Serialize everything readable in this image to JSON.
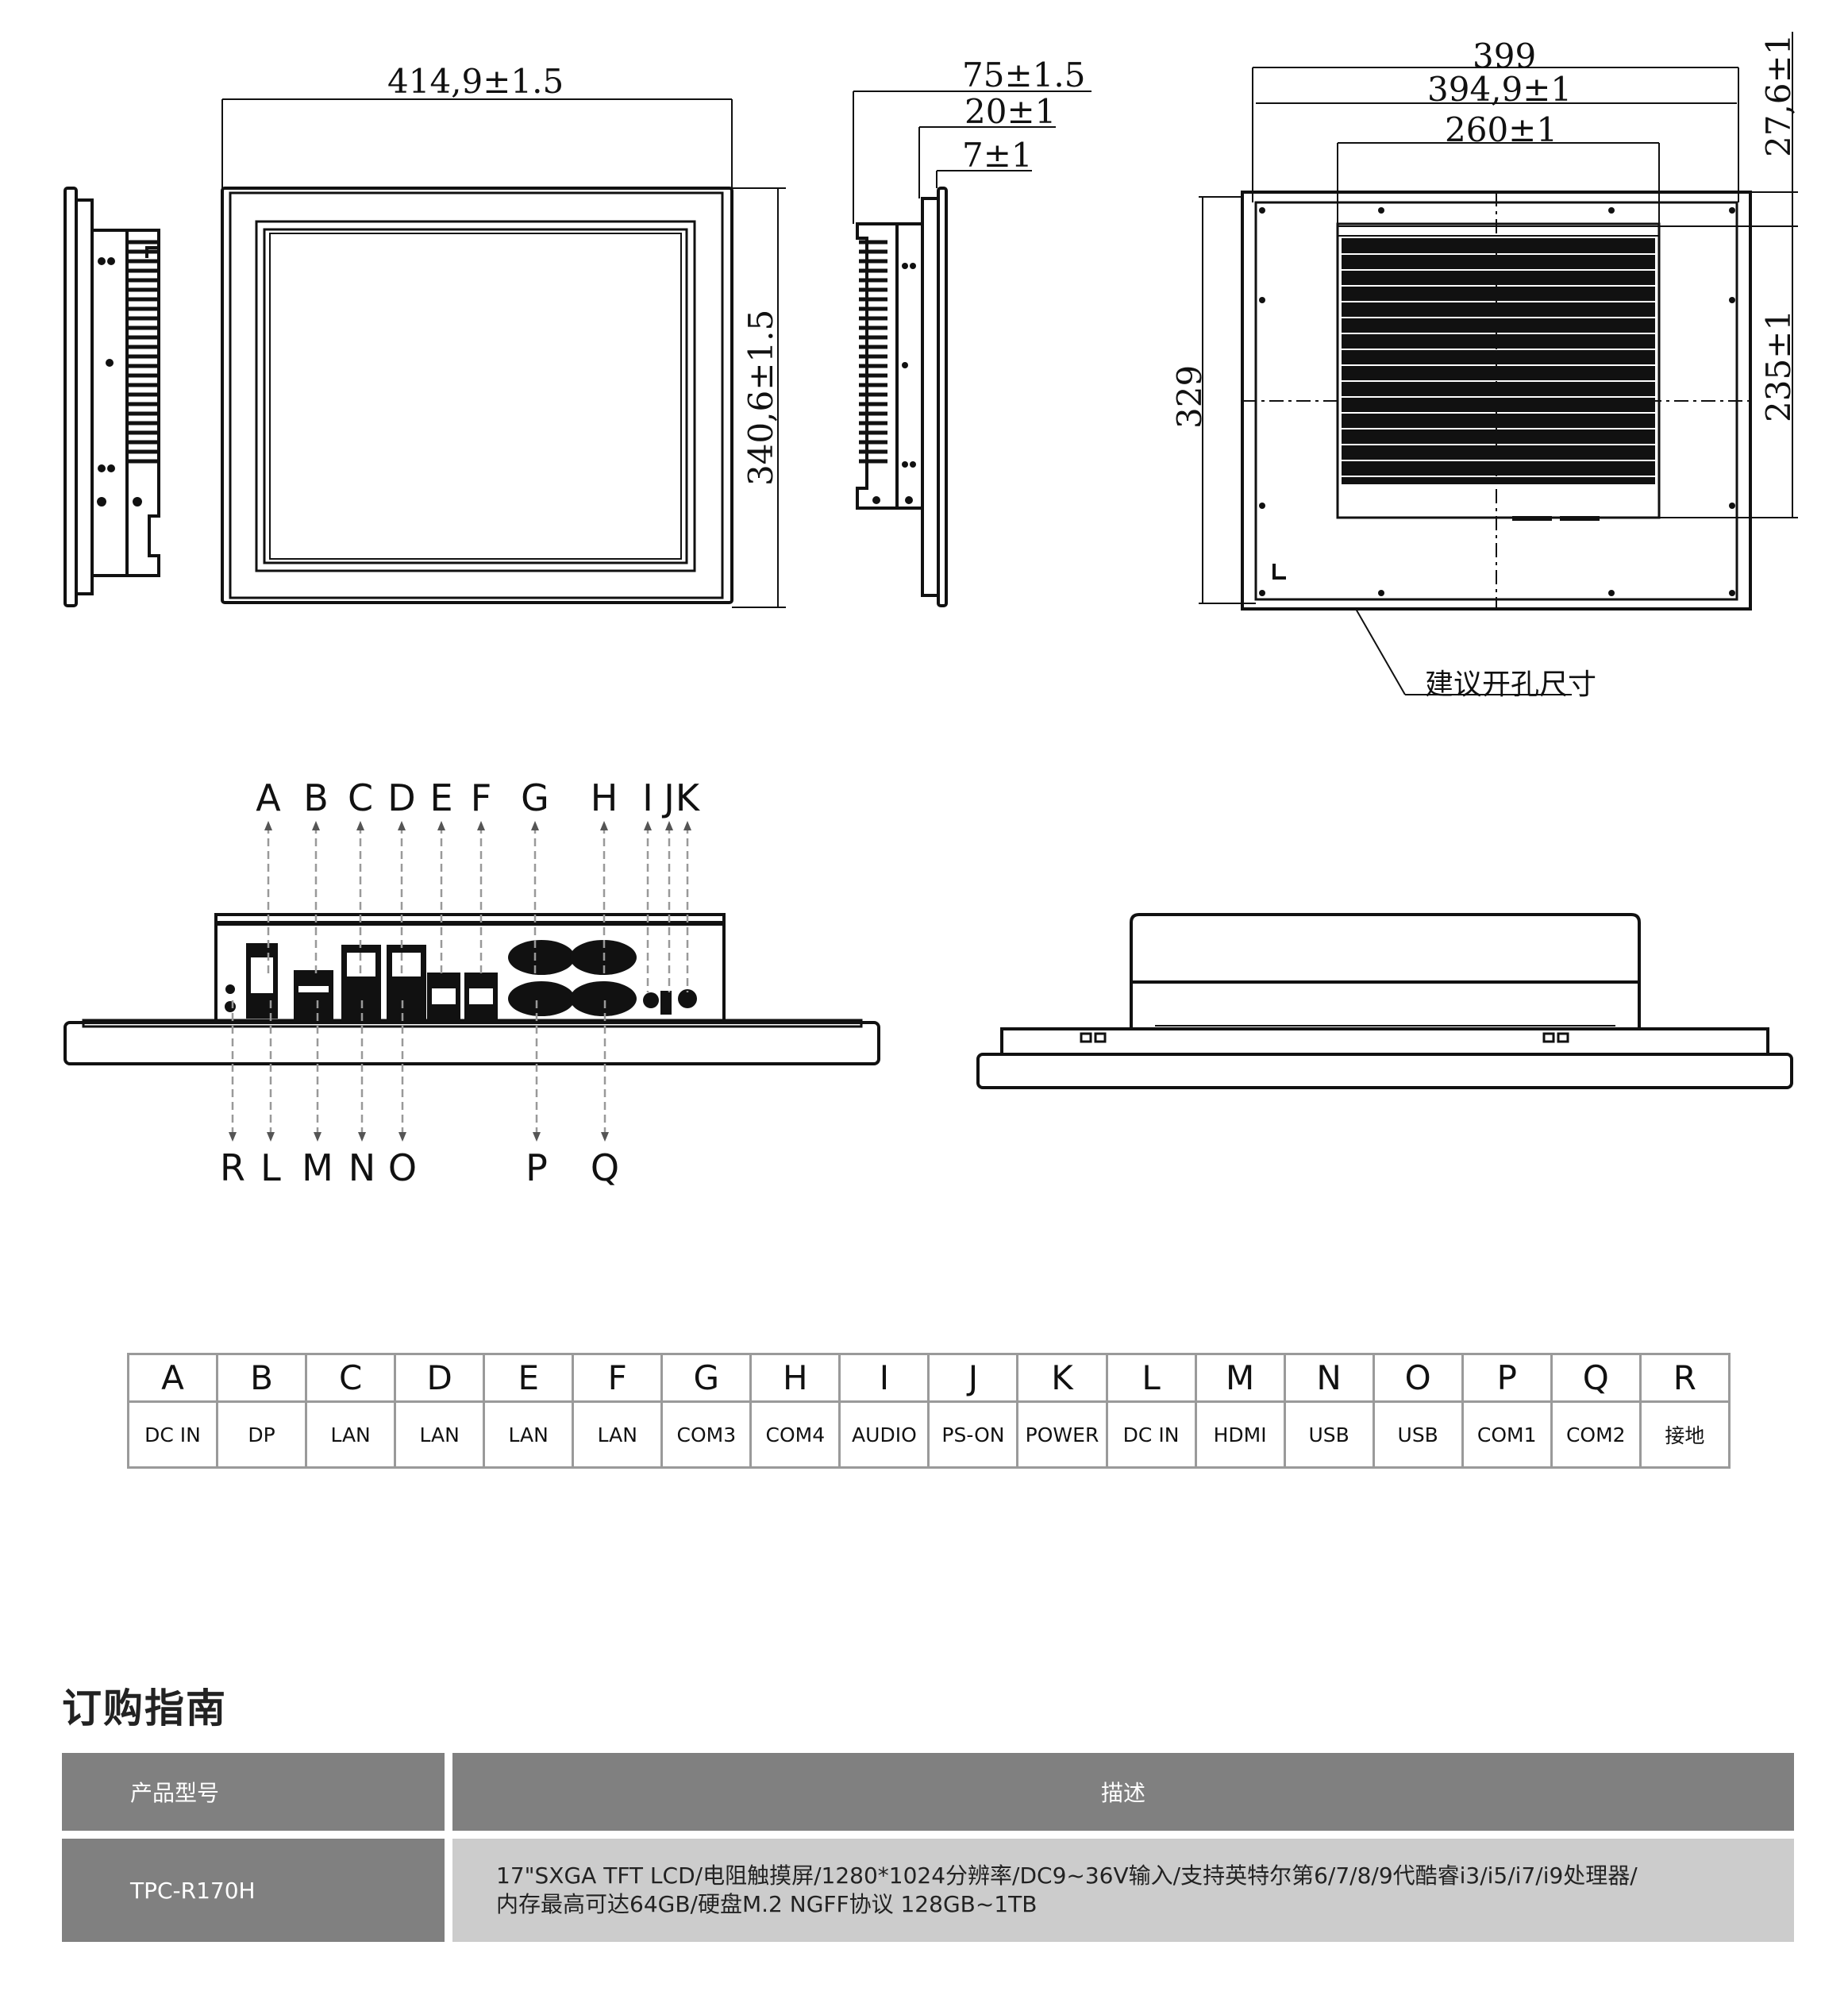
{
  "drawings": {
    "front_view": {
      "width_dim": "414,9±1.5",
      "height_dim": "340,6±1.5"
    },
    "side_view": {
      "dims": [
        "75±1.5",
        "20±1",
        "7±1"
      ]
    },
    "rear_view": {
      "dims_top": [
        "399",
        "394,9±1",
        "260±1"
      ],
      "dim_left": "329",
      "dim_right_top": "27,6±1",
      "dim_right_mid": "235±1",
      "cutout_note": "建议开孔尺寸",
      "corner_mark": "L"
    },
    "io_view": {
      "top_letters": [
        "A",
        "B",
        "C",
        "D",
        "E",
        "F",
        "G",
        "H",
        "I",
        "J",
        "K"
      ],
      "bottom_letters": [
        "R",
        "L",
        "M",
        "N",
        "O",
        "P",
        "Q"
      ]
    }
  },
  "ports_table": {
    "columns": [
      {
        "key": "A",
        "label": "DC IN"
      },
      {
        "key": "B",
        "label": "DP"
      },
      {
        "key": "C",
        "label": "LAN"
      },
      {
        "key": "D",
        "label": "LAN"
      },
      {
        "key": "E",
        "label": "LAN"
      },
      {
        "key": "F",
        "label": "LAN"
      },
      {
        "key": "G",
        "label": "COM3"
      },
      {
        "key": "H",
        "label": "COM4"
      },
      {
        "key": "I",
        "label": "AUDIO"
      },
      {
        "key": "J",
        "label": "PS-ON"
      },
      {
        "key": "K",
        "label": "POWER"
      },
      {
        "key": "L",
        "label": "DC IN"
      },
      {
        "key": "M",
        "label": "HDMI"
      },
      {
        "key": "N",
        "label": "USB"
      },
      {
        "key": "O",
        "label": "USB"
      },
      {
        "key": "P",
        "label": "COM1"
      },
      {
        "key": "Q",
        "label": "COM2"
      },
      {
        "key": "R",
        "label": "接地"
      }
    ]
  },
  "ordering": {
    "title": "订购指南",
    "header": {
      "model": "产品型号",
      "description": "描述"
    },
    "rows": [
      {
        "model": "TPC-R170H",
        "description_line1": "17\"SXGA TFT LCD/电阻触摸屏/1280*1024分辨率/DC9~36V输入/支持英特尔第6/7/8/9代酷睿i3/i5/i7/i9处理器/",
        "description_line2": "内存最高可达64GB/硬盘M.2 NGFF协议 128GB~1TB"
      }
    ]
  },
  "colors": {
    "header_bg": "#808080",
    "row_bg": "#cccccc",
    "table_border": "#9a9a9a",
    "line": "#111111",
    "leader": "#999999"
  }
}
